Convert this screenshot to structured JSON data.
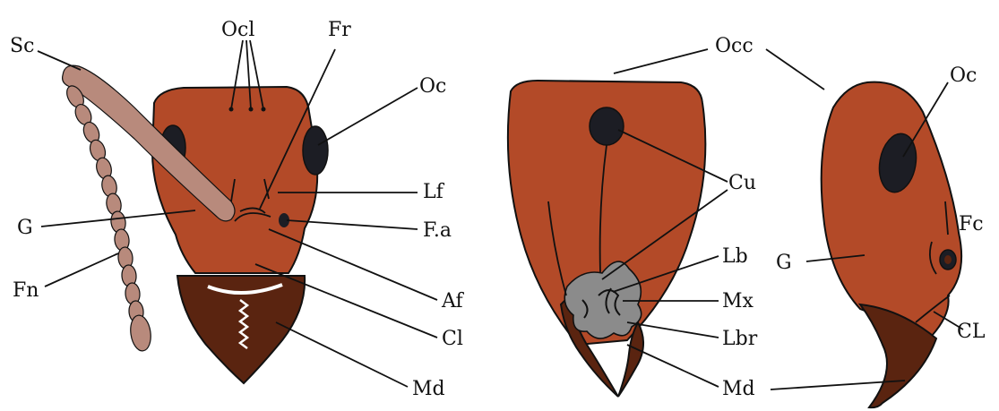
{
  "colors": {
    "head": "#b34a28",
    "mandible": "#5a2410",
    "eye": "#1c1d24",
    "antenna": "#b88a7c",
    "mouthparts": "#8b8b8b",
    "line": "#111111"
  },
  "labels": {
    "ocl": "Ocl",
    "fr": "Fr",
    "sc": "Sc",
    "oc_front": "Oc",
    "lf": "Lf",
    "g_front": "G",
    "fa": "F.a",
    "fn": "Fn",
    "af": "Af",
    "cl_front": "Cl",
    "md_front": "Md",
    "occ": "Occ",
    "cu": "Cu",
    "lb": "Lb",
    "mx": "Mx",
    "lbr": "Lbr",
    "md_back": "Md",
    "oc_side": "Oc",
    "fc": "Fc",
    "g_side": "G",
    "cl_side": "CL"
  }
}
